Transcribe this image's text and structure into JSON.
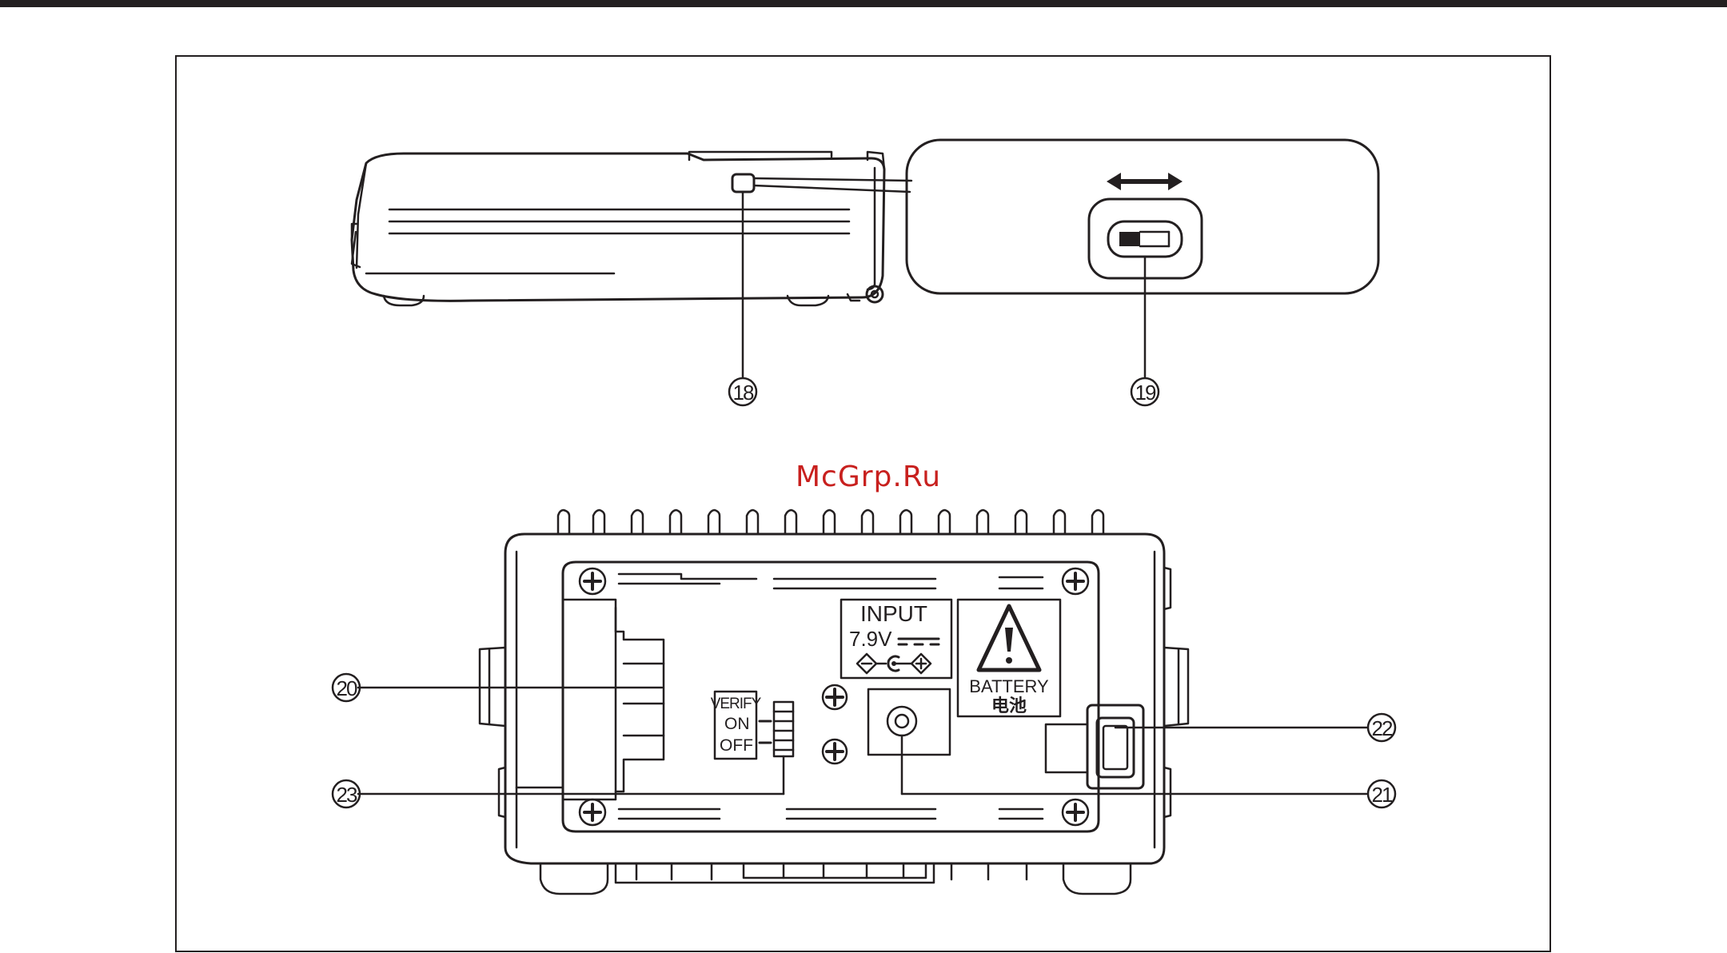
{
  "page": {
    "watermark": "McGrp.Ru"
  },
  "colors": {
    "ink": "#231f20",
    "watermark": "#c8201e",
    "background": "#ffffff"
  },
  "callouts": [
    {
      "id": "18",
      "label": "⑱"
    },
    {
      "id": "19",
      "label": "⑲"
    },
    {
      "id": "20",
      "label": "⑳"
    },
    {
      "id": "21",
      "label": "㉑"
    },
    {
      "id": "22",
      "label": "㉒"
    },
    {
      "id": "23",
      "label": "㉓"
    }
  ],
  "device_labels": {
    "input_title": "INPUT",
    "input_rating": "7.9V",
    "battery_en": "BATTERY",
    "battery_cn": "电池",
    "verify": "VERIFY",
    "on": "ON",
    "off": "OFF"
  },
  "icons": [
    "double-arrow-icon",
    "warning-triangle-icon",
    "dc-polarity-icon",
    "screw-icon"
  ]
}
